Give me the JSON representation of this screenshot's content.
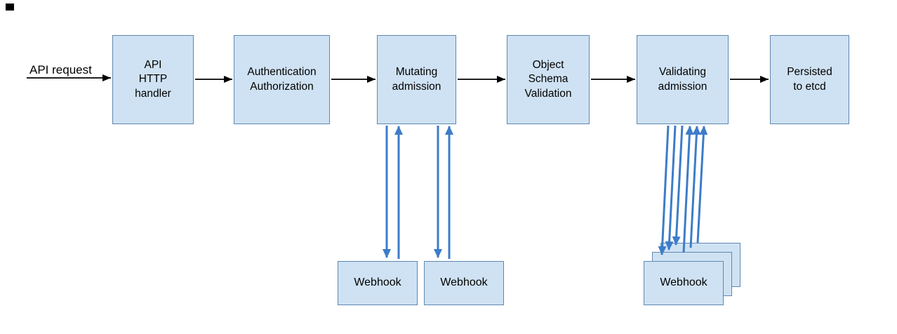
{
  "labels": {
    "api_request": "API request"
  },
  "nodes": [
    {
      "id": "api-http-handler",
      "label": "API\nHTTP\nhandler"
    },
    {
      "id": "authentication-authorization",
      "label": "Authentication\nAuthorization"
    },
    {
      "id": "mutating-admission",
      "label": "Mutating\nadmission"
    },
    {
      "id": "object-schema-validation",
      "label": "Object\nSchema\nValidation"
    },
    {
      "id": "validating-admission",
      "label": "Validating\nadmission"
    },
    {
      "id": "persisted-to-etcd",
      "label": "Persisted\nto etcd"
    }
  ],
  "webhooks": [
    {
      "id": "webhook-mutating-1",
      "label": "Webhook"
    },
    {
      "id": "webhook-mutating-2",
      "label": "Webhook"
    },
    {
      "id": "webhook-validating",
      "label": "Webhook"
    }
  ],
  "colors": {
    "box-fill": "#cfe2f3",
    "box-border": "#5e87b0",
    "flow-arrow": "#000000",
    "webhook-arrow": "#3d7cc9"
  }
}
